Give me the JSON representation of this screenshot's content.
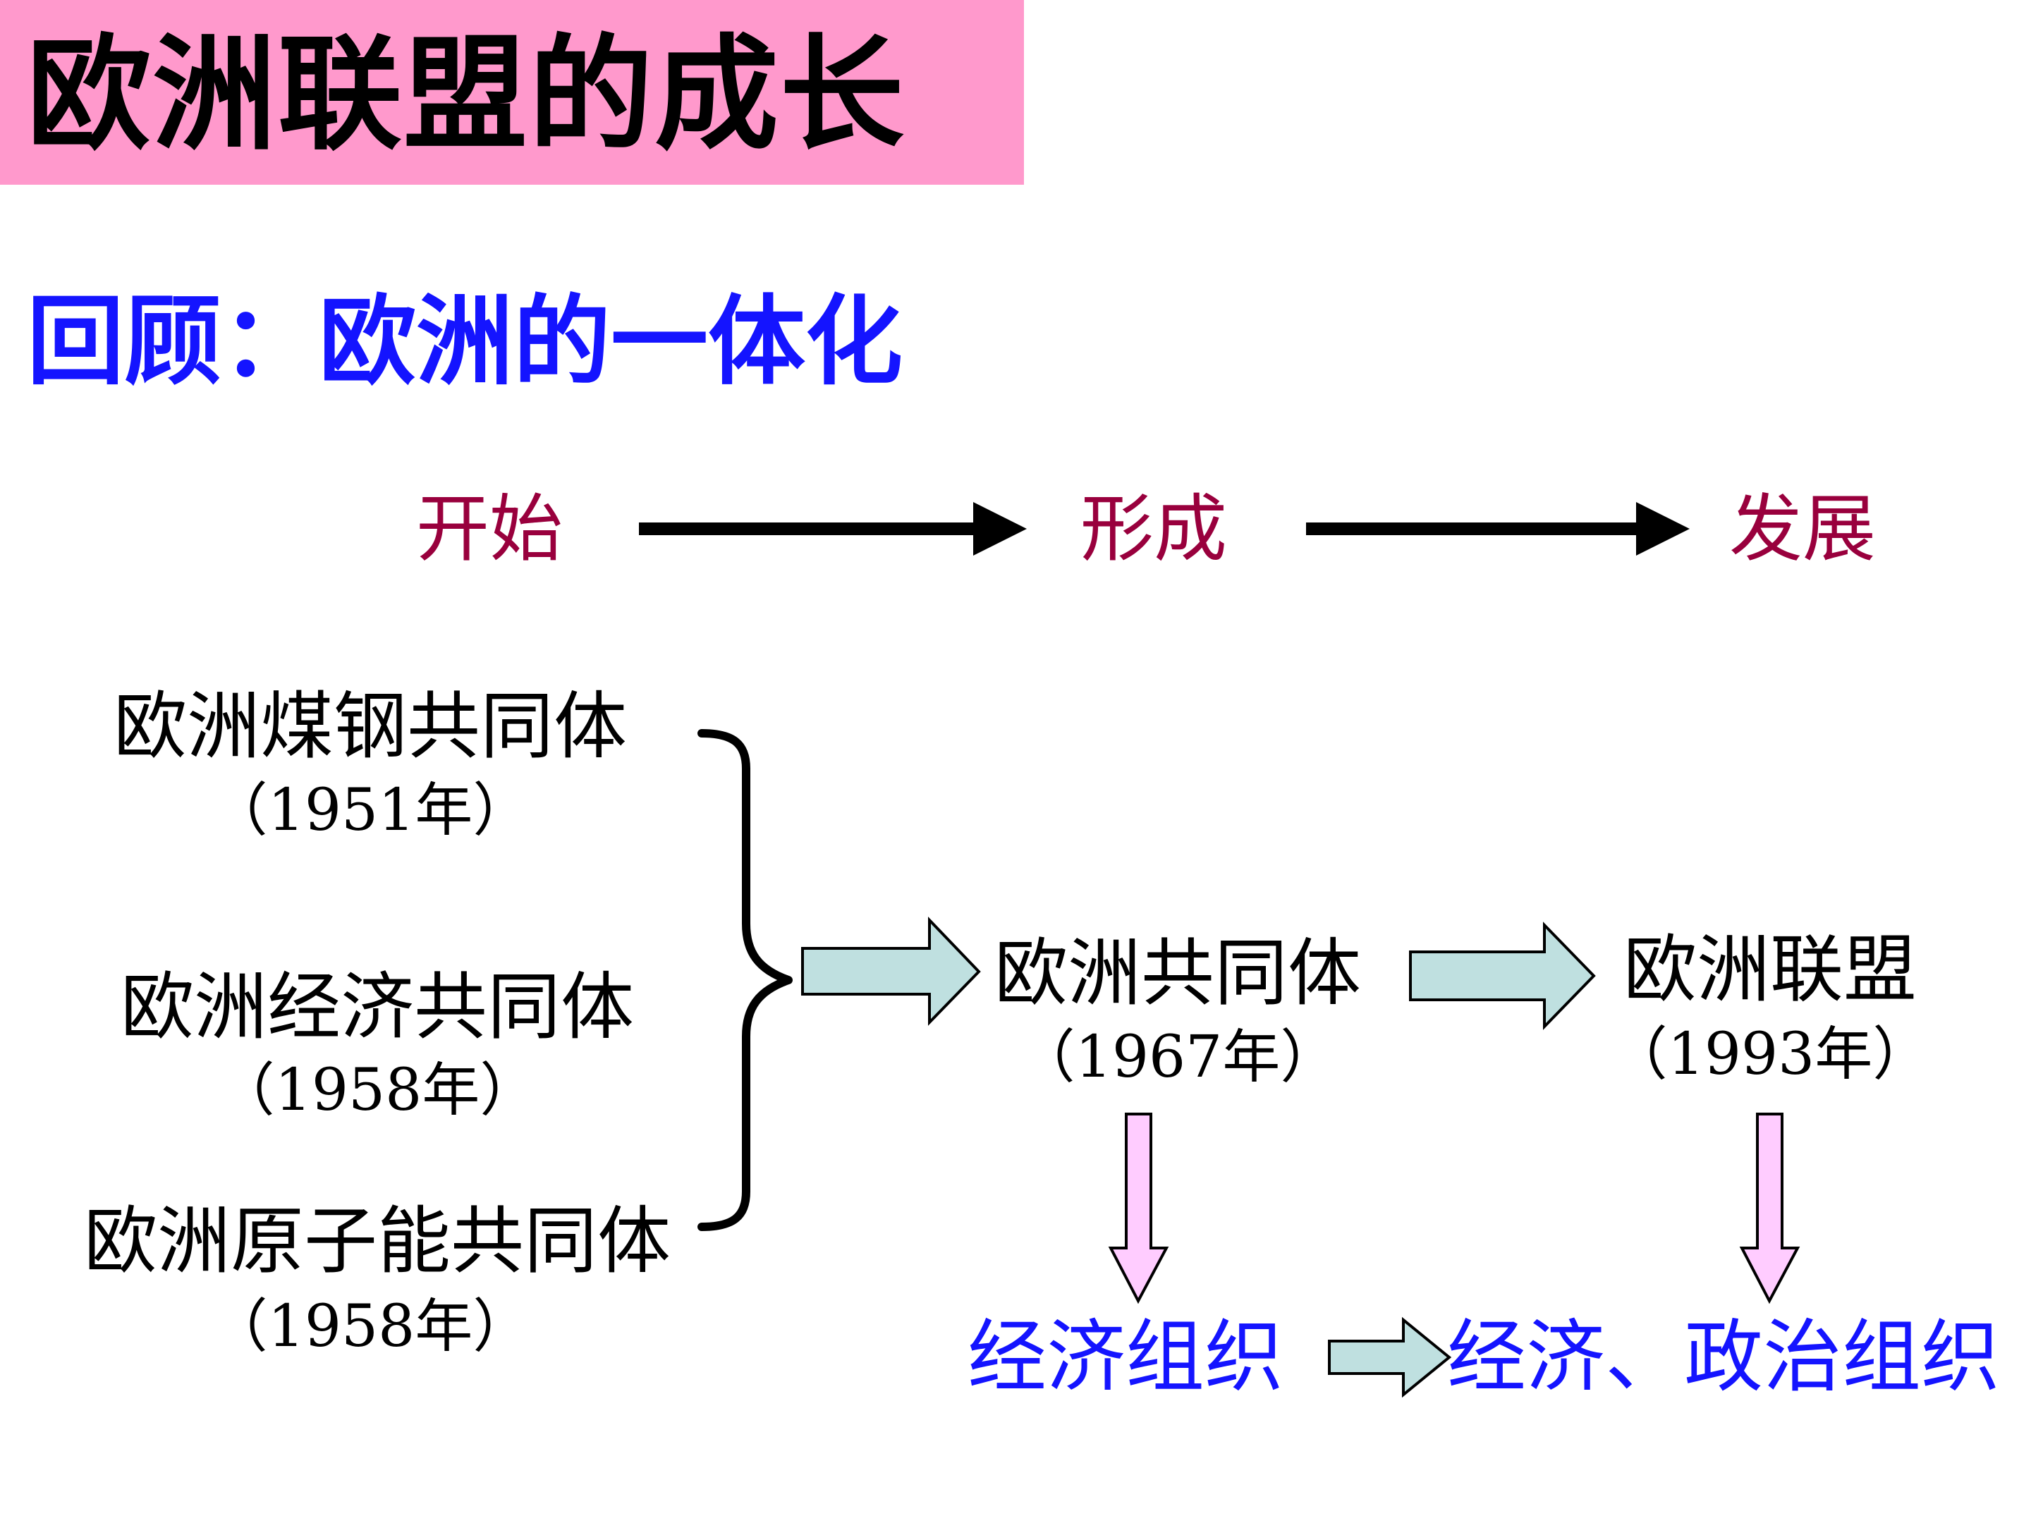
{
  "title": "欧洲联盟的成长",
  "subtitle": "回顾：欧洲的一体化",
  "stages": {
    "start": "开始",
    "formed": "形成",
    "develop": "发展"
  },
  "communities": [
    {
      "name": "欧洲煤钢共同体",
      "year": "（1951年）"
    },
    {
      "name": "欧洲经济共同体",
      "year": "（1958年）"
    },
    {
      "name": "欧洲原子能共同体",
      "year": "（1958年）"
    }
  ],
  "ec": {
    "name": "欧洲共同体",
    "year": "（1967年）"
  },
  "eu": {
    "name": "欧洲联盟",
    "year": "（1993年）"
  },
  "orgs": {
    "economic": "经济组织",
    "economic_political": "经济、政治组织"
  },
  "colors": {
    "banner": "#ff99cc",
    "subtitle": "#1414ff",
    "stage": "#99003d",
    "block_arrow_fill": "#bfe0e0",
    "down_arrow_fill": "#ffccff"
  }
}
